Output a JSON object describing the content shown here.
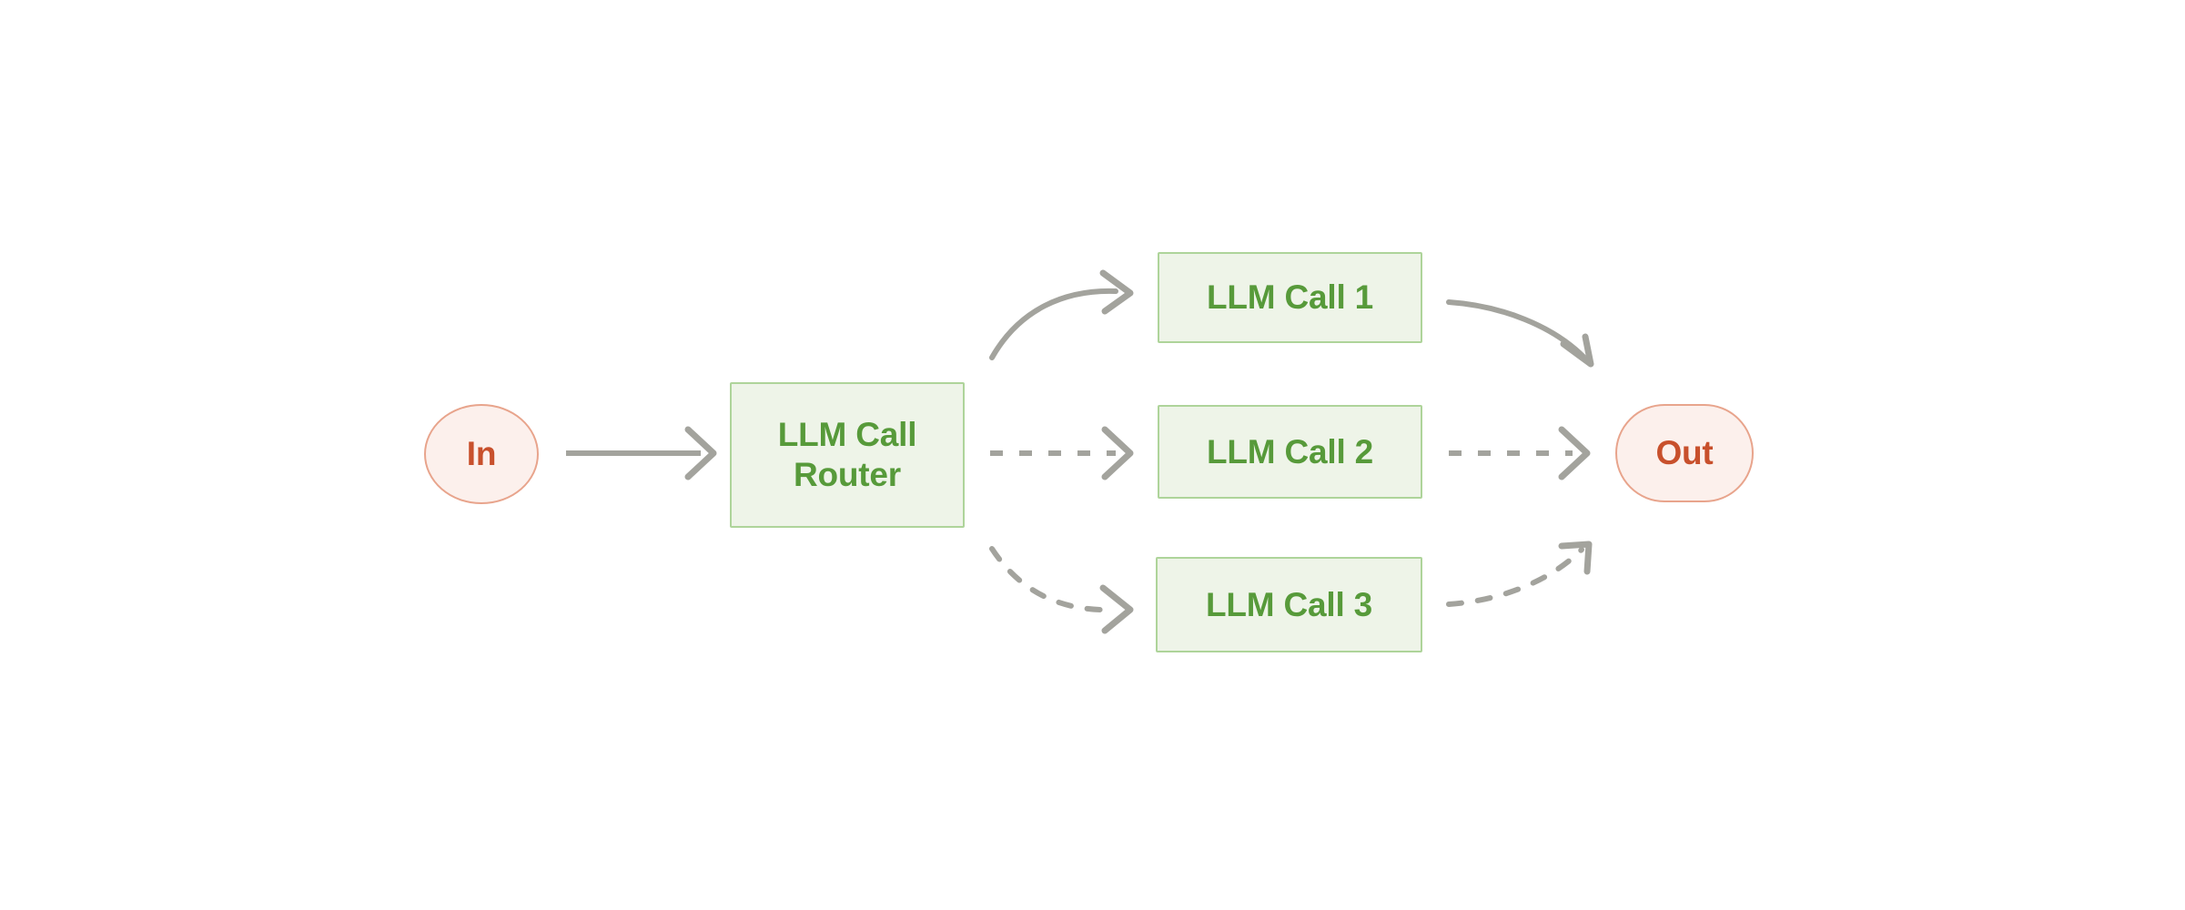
{
  "diagram": {
    "title": "LLM Call Router",
    "background_color": "#ffffff",
    "nodes": [
      {
        "id": "in",
        "label": "In",
        "kind": "terminal",
        "shape": "circle",
        "fill": "#fcf0ec",
        "stroke": "#e8a48c",
        "text_color": "#c8502c"
      },
      {
        "id": "router",
        "label": "LLM Call\nRouter",
        "kind": "process",
        "shape": "rect",
        "fill": "#eef4e8",
        "stroke": "#aed49a",
        "text_color": "#579a3a"
      },
      {
        "id": "call-1",
        "label": "LLM Call 1",
        "kind": "process",
        "shape": "rect",
        "fill": "#eef4e8",
        "stroke": "#aed49a",
        "text_color": "#579a3a"
      },
      {
        "id": "call-2",
        "label": "LLM Call 2",
        "kind": "process",
        "shape": "rect",
        "fill": "#eef4e8",
        "stroke": "#aed49a",
        "text_color": "#579a3a"
      },
      {
        "id": "call-3",
        "label": "LLM Call 3",
        "kind": "process",
        "shape": "rect",
        "fill": "#eef4e8",
        "stroke": "#aed49a",
        "text_color": "#579a3a"
      },
      {
        "id": "out",
        "label": "Out",
        "kind": "terminal",
        "shape": "stadium",
        "fill": "#fcf0ec",
        "stroke": "#e8a48c",
        "text_color": "#c8502c"
      }
    ],
    "edges": [
      {
        "id": "in-router",
        "from": "in",
        "to": "router",
        "style": "solid",
        "curve": "straight",
        "color": "#a3a39d"
      },
      {
        "id": "router-call-1",
        "from": "router",
        "to": "call-1",
        "style": "solid",
        "curve": "up",
        "color": "#a3a39d"
      },
      {
        "id": "router-call-2",
        "from": "router",
        "to": "call-2",
        "style": "dashed",
        "curve": "straight",
        "color": "#a3a39d"
      },
      {
        "id": "router-call-3",
        "from": "router",
        "to": "call-3",
        "style": "dashed",
        "curve": "down",
        "color": "#a3a39d"
      },
      {
        "id": "call-1-out",
        "from": "call-1",
        "to": "out",
        "style": "solid",
        "curve": "down",
        "color": "#a3a39d"
      },
      {
        "id": "call-2-out",
        "from": "call-2",
        "to": "out",
        "style": "dashed",
        "curve": "straight",
        "color": "#a3a39d"
      },
      {
        "id": "call-3-out",
        "from": "call-3",
        "to": "out",
        "style": "dashed",
        "curve": "up",
        "color": "#a3a39d"
      }
    ],
    "edge_stroke_width": 6,
    "edge_dash_pattern": "14 18"
  }
}
